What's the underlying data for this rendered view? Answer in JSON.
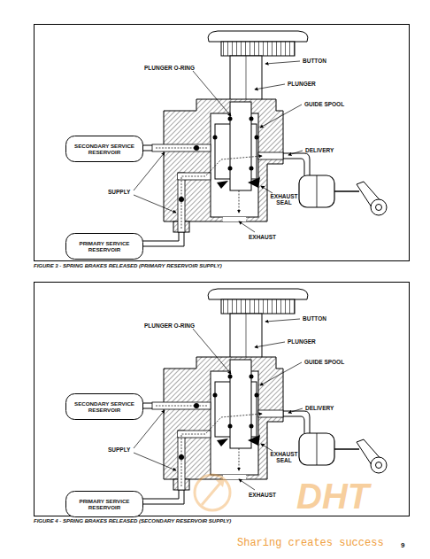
{
  "diagram": {
    "nodes": [
      {
        "text": [
          "FIGURE 3 - SPRING BRAKES RELEASED (PRIMARY RESERVOIR SUPPLY)"
        ]
      },
      {
        "text": [
          "SECONDARY SERVICE RESERVOIR"
        ],
        "in": 0
      },
      {
        "text": [
          "PRIMARY SERVICE RESERVOIR"
        ],
        "in": 0
      },
      {
        "text": [
          "FIGURE 4 - SPRING BRAKES RELEASED (SECONDARY RESERVOIR SUPPLY)"
        ]
      },
      {
        "text": [
          "SECONDARY SERVICE RESERVOIR"
        ],
        "in": 3
      },
      {
        "text": [
          "PRIMARY SERVICE RESERVOIR"
        ],
        "in": 3
      }
    ],
    "labels": [
      "BUTTON",
      "PLUNGER O-RING",
      "PLUNGER",
      "GUIDE SPOOL",
      "DELIVERY",
      "SUPPLY",
      "EXHAUST SEAL",
      "EXHAUST",
      "BUTTON",
      "PLUNGER O-RING",
      "PLUNGER",
      "GUIDE SPOOL",
      "DELIVERY",
      "SUPPLY",
      "EXHAUST SEAL",
      "EXHAUST",
      "9",
      "DHT",
      "Sharing creates success"
    ]
  }
}
